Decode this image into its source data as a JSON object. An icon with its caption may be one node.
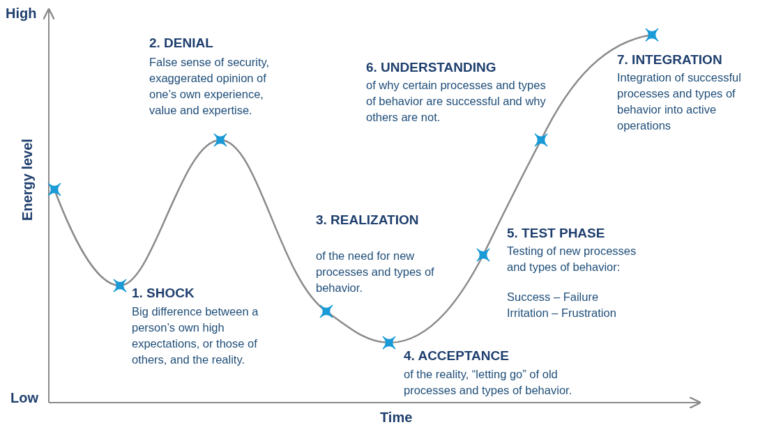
{
  "diagram": {
    "labels": [
      "High",
      "2. DENIAL",
      "False sense of security, exaggerated opinion of one’s own experience, value and expertise.",
      "7. INTEGRATION",
      "6. UNDERSTANDING",
      "Integration of successful processes and types of behavior into active operations",
      "of why certain processes and types of behavior are successful and why others are not.",
      "Energy level",
      "3. REALIZATION",
      "5. TEST PHASE",
      "of the need for new processes and types of behavior.",
      "Testing of new processes and types of behavior:",
      "Success – Failure",
      "Irritation – Frustration",
      "1. SHOCK",
      "Big difference between a person’s own high expectations, or those of others, and the reality.",
      "4. ACCEPTANCE",
      "of the reality, “letting go” of old processes and types of behavior.",
      "Low",
      "Time"
    ]
  }
}
